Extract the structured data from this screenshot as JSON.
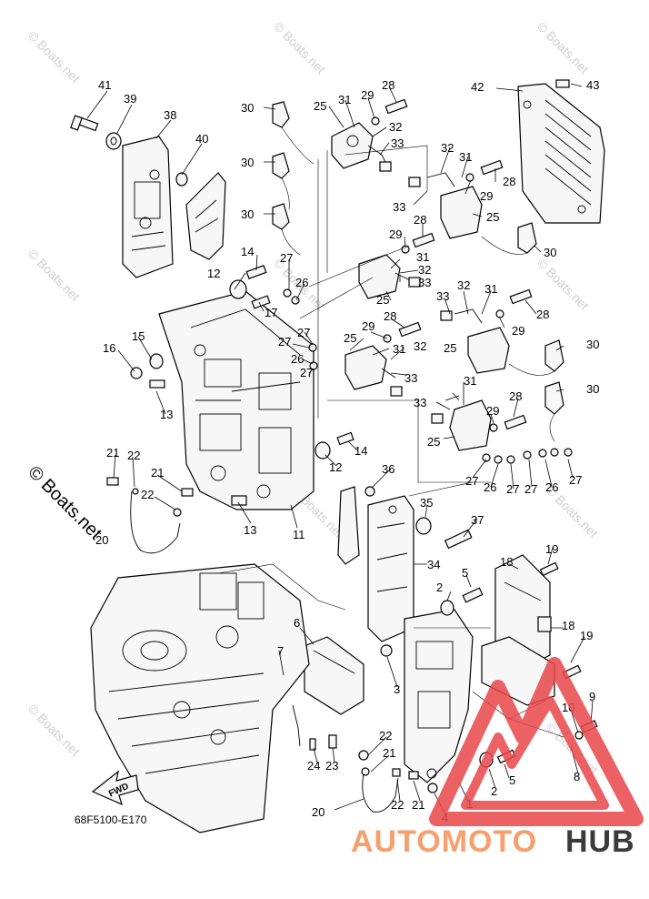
{
  "watermark": {
    "text": "© Boats.net",
    "side_text": "© Boats.net"
  },
  "diagram": {
    "code": "68F5100-E170",
    "fwd_label": "FWD",
    "callouts": {
      "c1": "1",
      "c2a": "2",
      "c2b": "2",
      "c3": "3",
      "c4": "4",
      "c5a": "5",
      "c5b": "5",
      "c6": "6",
      "c7": "7",
      "c8": "8",
      "c9": "9",
      "c10": "10",
      "c11": "11",
      "c12a": "12",
      "c12b": "12",
      "c13a": "13",
      "c13b": "13",
      "c14a": "14",
      "c14b": "14",
      "c15": "15",
      "c16": "16",
      "c17": "17",
      "c18a": "18",
      "c18b": "18",
      "c19a": "19",
      "c19b": "19",
      "c20a": "20",
      "c20b": "20",
      "c21a": "21",
      "c21b": "21",
      "c21c": "21",
      "c21d": "21",
      "c22a": "22",
      "c22b": "22",
      "c22c": "22",
      "c22d": "22",
      "c23": "23",
      "c24": "24",
      "c25a": "25",
      "c25b": "25",
      "c25c": "25",
      "c25d": "25",
      "c25e": "25",
      "c25f": "25",
      "c26a": "26",
      "c26b": "26",
      "c26c": "26",
      "c26d": "26",
      "c27a": "27",
      "c27b": "27",
      "c27c": "27",
      "c27d": "27",
      "c27e": "27",
      "c27f": "27",
      "c27g": "27",
      "c28a": "28",
      "c28b": "28",
      "c28c": "28",
      "c28d": "28",
      "c28e": "28",
      "c28f": "28",
      "c29a": "29",
      "c29b": "29",
      "c29c": "29",
      "c29d": "29",
      "c29e": "29",
      "c29f": "29",
      "c30a": "30",
      "c30b": "30",
      "c30c": "30",
      "c30d": "30",
      "c30e": "30",
      "c30f": "30",
      "c31a": "31",
      "c31b": "31",
      "c31c": "31",
      "c31d": "31",
      "c31e": "31",
      "c31f": "31",
      "c32a": "32",
      "c32b": "32",
      "c32c": "32",
      "c32d": "32",
      "c32e": "32",
      "c33a": "33",
      "c33b": "33",
      "c33c": "33",
      "c33d": "33",
      "c33e": "33",
      "c33f": "33",
      "c34": "34",
      "c35": "35",
      "c36": "36",
      "c37": "37",
      "c38": "38",
      "c39": "39",
      "c40": "40",
      "c41": "41",
      "c42": "42",
      "c43": "43"
    }
  },
  "logo": {
    "text_part1": "AUTOMOTO",
    "text_part2": "HUB",
    "color_primary": "#e8464a",
    "color_secondary": "#f5a06e",
    "color_dark": "#3a3a3a"
  }
}
